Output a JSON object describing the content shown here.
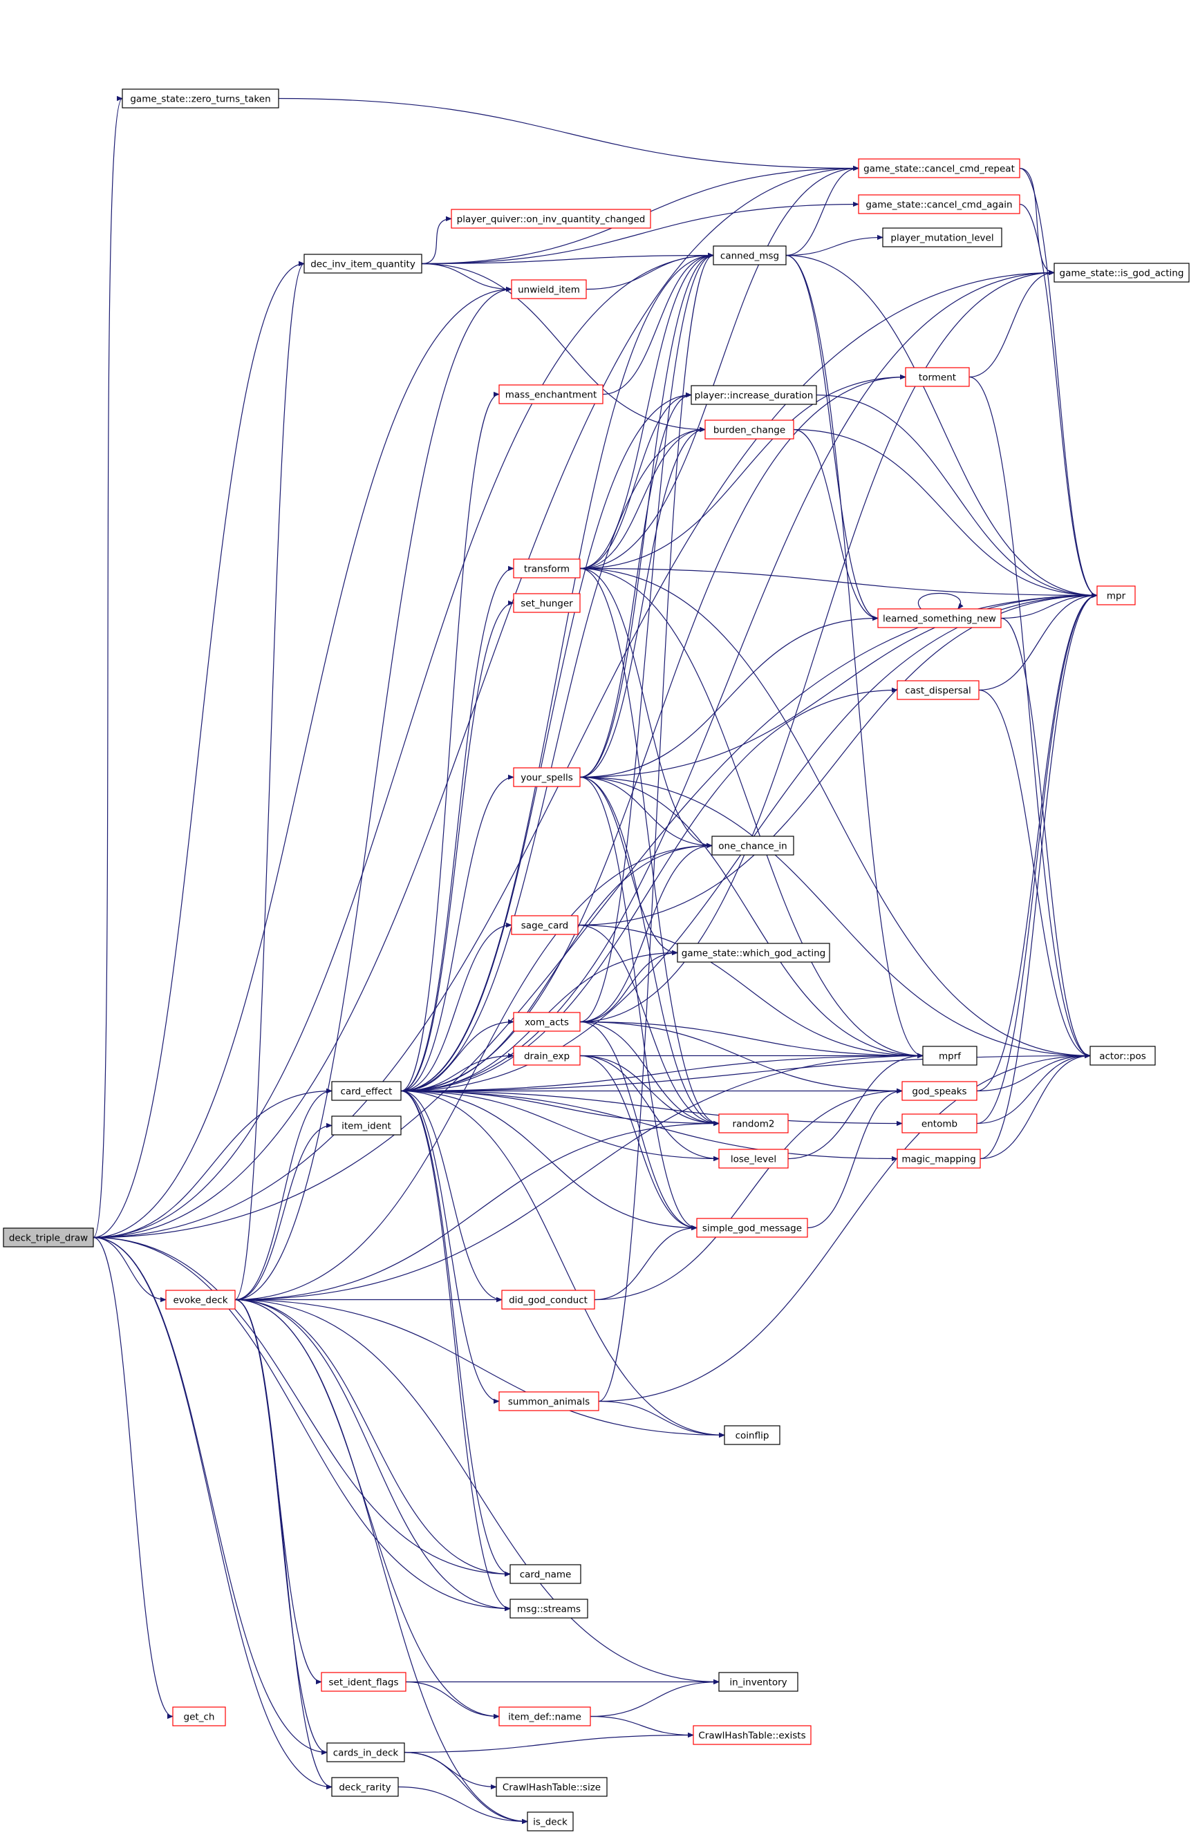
{
  "nodes": [
    {
      "id": "deck_triple_draw",
      "label": "deck_triple_draw",
      "style": "root"
    },
    {
      "id": "zero_turns_taken",
      "label": "game_state::zero_turns_taken",
      "style": "black"
    },
    {
      "id": "cancel_cmd_repeat",
      "label": "game_state::cancel_cmd_repeat",
      "style": "red"
    },
    {
      "id": "cancel_cmd_again",
      "label": "game_state::cancel_cmd_again",
      "style": "red"
    },
    {
      "id": "on_inv_quantity_changed",
      "label": "player_quiver::on_inv_quantity_changed",
      "style": "red"
    },
    {
      "id": "dec_inv_item_quantity",
      "label": "dec_inv_item_quantity",
      "style": "black"
    },
    {
      "id": "canned_msg",
      "label": "canned_msg",
      "style": "black"
    },
    {
      "id": "player_mutation_level",
      "label": "player_mutation_level",
      "style": "black"
    },
    {
      "id": "is_god_acting",
      "label": "game_state::is_god_acting",
      "style": "black"
    },
    {
      "id": "unwield_item",
      "label": "unwield_item",
      "style": "red"
    },
    {
      "id": "torment",
      "label": "torment",
      "style": "red"
    },
    {
      "id": "mass_enchantment",
      "label": "mass_enchantment",
      "style": "red"
    },
    {
      "id": "increase_duration",
      "label": "player::increase_duration",
      "style": "black"
    },
    {
      "id": "burden_change",
      "label": "burden_change",
      "style": "red"
    },
    {
      "id": "transform",
      "label": "transform",
      "style": "red"
    },
    {
      "id": "mpr",
      "label": "mpr",
      "style": "red"
    },
    {
      "id": "set_hunger",
      "label": "set_hunger",
      "style": "red"
    },
    {
      "id": "learned_something_new",
      "label": "learned_something_new",
      "style": "red"
    },
    {
      "id": "cast_dispersal",
      "label": "cast_dispersal",
      "style": "red"
    },
    {
      "id": "your_spells",
      "label": "your_spells",
      "style": "red"
    },
    {
      "id": "one_chance_in",
      "label": "one_chance_in",
      "style": "black"
    },
    {
      "id": "sage_card",
      "label": "sage_card",
      "style": "red"
    },
    {
      "id": "which_god_acting",
      "label": "game_state::which_god_acting",
      "style": "black"
    },
    {
      "id": "xom_acts",
      "label": "xom_acts",
      "style": "red"
    },
    {
      "id": "mprf",
      "label": "mprf",
      "style": "black"
    },
    {
      "id": "actor_pos",
      "label": "actor::pos",
      "style": "black"
    },
    {
      "id": "card_effect",
      "label": "card_effect",
      "style": "black"
    },
    {
      "id": "drain_exp",
      "label": "drain_exp",
      "style": "red"
    },
    {
      "id": "god_speaks",
      "label": "god_speaks",
      "style": "red"
    },
    {
      "id": "random2",
      "label": "random2",
      "style": "red"
    },
    {
      "id": "entomb",
      "label": "entomb",
      "style": "red"
    },
    {
      "id": "item_ident",
      "label": "item_ident",
      "style": "black"
    },
    {
      "id": "lose_level",
      "label": "lose_level",
      "style": "red"
    },
    {
      "id": "magic_mapping",
      "label": "magic_mapping",
      "style": "red"
    },
    {
      "id": "simple_god_message",
      "label": "simple_god_message",
      "style": "red"
    },
    {
      "id": "evoke_deck",
      "label": "evoke_deck",
      "style": "red"
    },
    {
      "id": "did_god_conduct",
      "label": "did_god_conduct",
      "style": "red"
    },
    {
      "id": "summon_animals",
      "label": "summon_animals",
      "style": "red"
    },
    {
      "id": "coinflip",
      "label": "coinflip",
      "style": "black"
    },
    {
      "id": "card_name",
      "label": "card_name",
      "style": "black"
    },
    {
      "id": "msg_streams",
      "label": "msg::streams",
      "style": "black"
    },
    {
      "id": "set_ident_flags",
      "label": "set_ident_flags",
      "style": "red"
    },
    {
      "id": "in_inventory",
      "label": "in_inventory",
      "style": "black"
    },
    {
      "id": "get_ch",
      "label": "get_ch",
      "style": "red"
    },
    {
      "id": "item_def_name",
      "label": "item_def::name",
      "style": "red"
    },
    {
      "id": "crawlhash_exists",
      "label": "CrawlHashTable::exists",
      "style": "red"
    },
    {
      "id": "cards_in_deck",
      "label": "cards_in_deck",
      "style": "black"
    },
    {
      "id": "crawlhash_size",
      "label": "CrawlHashTable::size",
      "style": "black"
    },
    {
      "id": "deck_rarity",
      "label": "deck_rarity",
      "style": "black"
    },
    {
      "id": "is_deck",
      "label": "is_deck",
      "style": "black"
    }
  ],
  "edges": [
    [
      "deck_triple_draw",
      "zero_turns_taken"
    ],
    [
      "deck_triple_draw",
      "dec_inv_item_quantity"
    ],
    [
      "deck_triple_draw",
      "card_effect"
    ],
    [
      "deck_triple_draw",
      "evoke_deck"
    ],
    [
      "deck_triple_draw",
      "get_ch"
    ],
    [
      "deck_triple_draw",
      "cards_in_deck"
    ],
    [
      "deck_triple_draw",
      "deck_rarity"
    ],
    [
      "deck_triple_draw",
      "card_name"
    ],
    [
      "deck_triple_draw",
      "msg_streams"
    ],
    [
      "deck_triple_draw",
      "canned_msg"
    ],
    [
      "deck_triple_draw",
      "cancel_cmd_repeat"
    ],
    [
      "deck_triple_draw",
      "is_god_acting"
    ],
    [
      "deck_triple_draw",
      "unwield_item"
    ],
    [
      "deck_triple_draw",
      "mpr"
    ],
    [
      "zero_turns_taken",
      "cancel_cmd_repeat"
    ],
    [
      "dec_inv_item_quantity",
      "on_inv_quantity_changed"
    ],
    [
      "dec_inv_item_quantity",
      "canned_msg"
    ],
    [
      "dec_inv_item_quantity",
      "unwield_item"
    ],
    [
      "dec_inv_item_quantity",
      "cancel_cmd_repeat"
    ],
    [
      "dec_inv_item_quantity",
      "cancel_cmd_again"
    ],
    [
      "dec_inv_item_quantity",
      "burden_change"
    ],
    [
      "unwield_item",
      "canned_msg"
    ],
    [
      "canned_msg",
      "player_mutation_level"
    ],
    [
      "canned_msg",
      "cancel_cmd_repeat"
    ],
    [
      "canned_msg",
      "mpr"
    ],
    [
      "canned_msg",
      "mprf"
    ],
    [
      "canned_msg",
      "learned_something_new"
    ],
    [
      "cancel_cmd_repeat",
      "is_god_acting"
    ],
    [
      "cancel_cmd_repeat",
      "mpr"
    ],
    [
      "cancel_cmd_again",
      "mpr"
    ],
    [
      "torment",
      "is_god_acting"
    ],
    [
      "torment",
      "actor_pos"
    ],
    [
      "mass_enchantment",
      "canned_msg"
    ],
    [
      "increase_duration",
      "mpr"
    ],
    [
      "burden_change",
      "mpr"
    ],
    [
      "burden_change",
      "learned_something_new"
    ],
    [
      "transform",
      "canned_msg"
    ],
    [
      "transform",
      "mpr"
    ],
    [
      "transform",
      "burden_change"
    ],
    [
      "transform",
      "increase_duration"
    ],
    [
      "transform",
      "one_chance_in"
    ],
    [
      "transform",
      "random2"
    ],
    [
      "transform",
      "mprf"
    ],
    [
      "transform",
      "actor_pos"
    ],
    [
      "transform",
      "cancel_cmd_repeat"
    ],
    [
      "transform",
      "torment"
    ],
    [
      "learned_something_new",
      "learned_something_new"
    ],
    [
      "learned_something_new",
      "mpr"
    ],
    [
      "learned_something_new",
      "actor_pos"
    ],
    [
      "cast_dispersal",
      "mpr"
    ],
    [
      "cast_dispersal",
      "actor_pos"
    ],
    [
      "your_spells",
      "canned_msg"
    ],
    [
      "your_spells",
      "one_chance_in"
    ],
    [
      "your_spells",
      "mpr"
    ],
    [
      "your_spells",
      "mprf"
    ],
    [
      "your_spells",
      "learned_something_new"
    ],
    [
      "your_spells",
      "which_god_acting"
    ],
    [
      "your_spells",
      "random2"
    ],
    [
      "your_spells",
      "actor_pos"
    ],
    [
      "your_spells",
      "burden_change"
    ],
    [
      "your_spells",
      "increase_duration"
    ],
    [
      "your_spells",
      "simple_god_message"
    ],
    [
      "sage_card",
      "mpr"
    ],
    [
      "sage_card",
      "random2"
    ],
    [
      "sage_card",
      "mprf"
    ],
    [
      "xom_acts",
      "is_god_acting"
    ],
    [
      "xom_acts",
      "which_god_acting"
    ],
    [
      "xom_acts",
      "mprf"
    ],
    [
      "xom_acts",
      "random2"
    ],
    [
      "xom_acts",
      "god_speaks"
    ],
    [
      "xom_acts",
      "canned_msg"
    ],
    [
      "xom_acts",
      "simple_god_message"
    ],
    [
      "xom_acts",
      "one_chance_in"
    ],
    [
      "drain_exp",
      "mprf"
    ],
    [
      "drain_exp",
      "random2"
    ],
    [
      "drain_exp",
      "lose_level"
    ],
    [
      "drain_exp",
      "simple_god_message"
    ],
    [
      "god_speaks",
      "mpr"
    ],
    [
      "god_speaks",
      "actor_pos"
    ],
    [
      "entomb",
      "mpr"
    ],
    [
      "entomb",
      "actor_pos"
    ],
    [
      "magic_mapping",
      "mpr"
    ],
    [
      "magic_mapping",
      "actor_pos"
    ],
    [
      "lose_level",
      "mprf"
    ],
    [
      "simple_god_message",
      "god_speaks"
    ],
    [
      "did_god_conduct",
      "simple_god_message"
    ],
    [
      "did_god_conduct",
      "god_speaks"
    ],
    [
      "summon_animals",
      "coinflip"
    ],
    [
      "summon_animals",
      "actor_pos"
    ],
    [
      "summon_animals",
      "canned_msg"
    ],
    [
      "card_effect",
      "mass_enchantment"
    ],
    [
      "card_effect",
      "transform"
    ],
    [
      "card_effect",
      "set_hunger"
    ],
    [
      "card_effect",
      "your_spells"
    ],
    [
      "card_effect",
      "sage_card"
    ],
    [
      "card_effect",
      "xom_acts"
    ],
    [
      "card_effect",
      "drain_exp"
    ],
    [
      "card_effect",
      "which_god_acting"
    ],
    [
      "card_effect",
      "random2"
    ],
    [
      "card_effect",
      "lose_level"
    ],
    [
      "card_effect",
      "simple_god_message"
    ],
    [
      "card_effect",
      "did_god_conduct"
    ],
    [
      "card_effect",
      "summon_animals"
    ],
    [
      "card_effect",
      "coinflip"
    ],
    [
      "card_effect",
      "card_name"
    ],
    [
      "card_effect",
      "msg_streams"
    ],
    [
      "card_effect",
      "canned_msg"
    ],
    [
      "card_effect",
      "torment"
    ],
    [
      "card_effect",
      "burden_change"
    ],
    [
      "card_effect",
      "cast_dispersal"
    ],
    [
      "card_effect",
      "god_speaks"
    ],
    [
      "card_effect",
      "entomb"
    ],
    [
      "card_effect",
      "magic_mapping"
    ],
    [
      "card_effect",
      "mprf"
    ],
    [
      "card_effect",
      "mpr"
    ],
    [
      "card_effect",
      "actor_pos"
    ],
    [
      "card_effect",
      "increase_duration"
    ],
    [
      "card_effect",
      "one_chance_in"
    ],
    [
      "card_effect",
      "is_god_acting"
    ],
    [
      "evoke_deck",
      "card_effect"
    ],
    [
      "evoke_deck",
      "item_ident"
    ],
    [
      "evoke_deck",
      "dec_inv_item_quantity"
    ],
    [
      "evoke_deck",
      "did_god_conduct"
    ],
    [
      "evoke_deck",
      "random2"
    ],
    [
      "evoke_deck",
      "coinflip"
    ],
    [
      "evoke_deck",
      "mprf"
    ],
    [
      "evoke_deck",
      "card_name"
    ],
    [
      "evoke_deck",
      "msg_streams"
    ],
    [
      "evoke_deck",
      "set_ident_flags"
    ],
    [
      "evoke_deck",
      "in_inventory"
    ],
    [
      "evoke_deck",
      "item_def_name"
    ],
    [
      "evoke_deck",
      "cards_in_deck"
    ],
    [
      "evoke_deck",
      "deck_rarity"
    ],
    [
      "evoke_deck",
      "is_deck"
    ],
    [
      "evoke_deck",
      "unwield_item"
    ],
    [
      "evoke_deck",
      "one_chance_in"
    ],
    [
      "set_ident_flags",
      "in_inventory"
    ],
    [
      "set_ident_flags",
      "item_def_name"
    ],
    [
      "item_def_name",
      "in_inventory"
    ],
    [
      "item_def_name",
      "crawlhash_exists"
    ],
    [
      "cards_in_deck",
      "crawlhash_exists"
    ],
    [
      "cards_in_deck",
      "crawlhash_size"
    ],
    [
      "cards_in_deck",
      "is_deck"
    ],
    [
      "deck_rarity",
      "is_deck"
    ]
  ]
}
